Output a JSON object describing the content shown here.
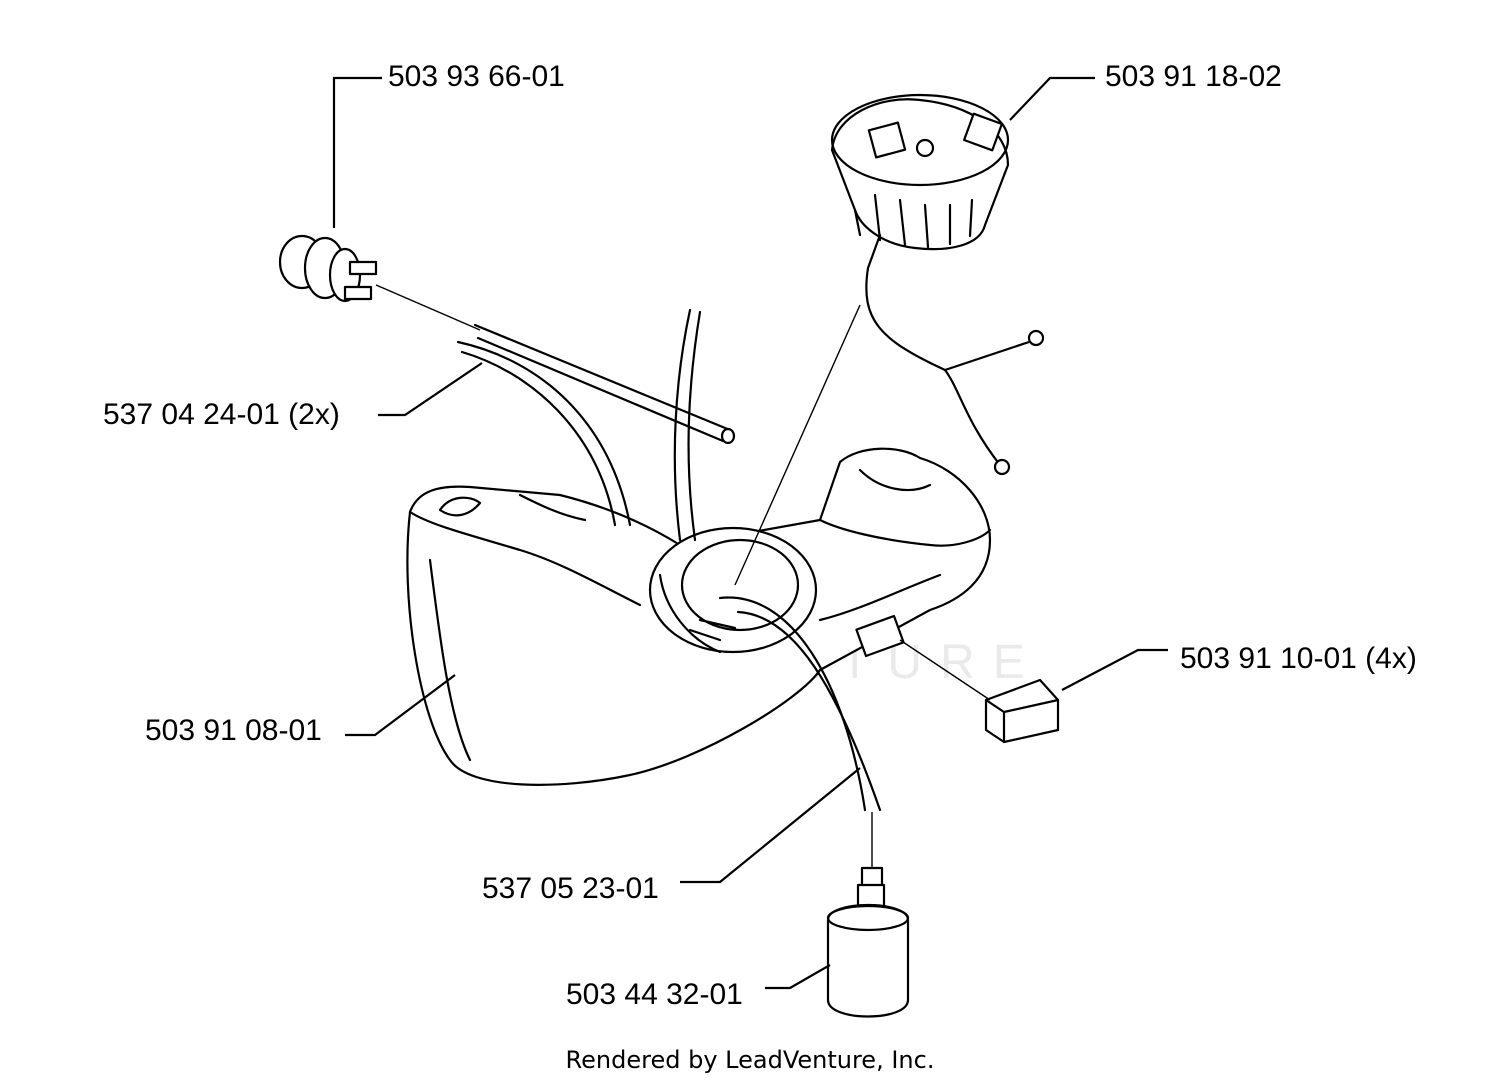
{
  "parts": [
    {
      "id": "primer-bulb",
      "label": "503 93 66-01"
    },
    {
      "id": "fuel-cap",
      "label": "503 91 18-02"
    },
    {
      "id": "fuel-hose-pair",
      "label": "537 04 24-01 (2x)"
    },
    {
      "id": "rubber-mount",
      "label": "503 91 10-01 (4x)"
    },
    {
      "id": "fuel-tank",
      "label": "503 91 08-01"
    },
    {
      "id": "fuel-pickup-hose",
      "label": "537 05 23-01"
    },
    {
      "id": "fuel-filter",
      "label": "503 44 32-01"
    }
  ],
  "watermark": "LEADVENTURE",
  "footer": "Rendered by LeadVenture, Inc."
}
